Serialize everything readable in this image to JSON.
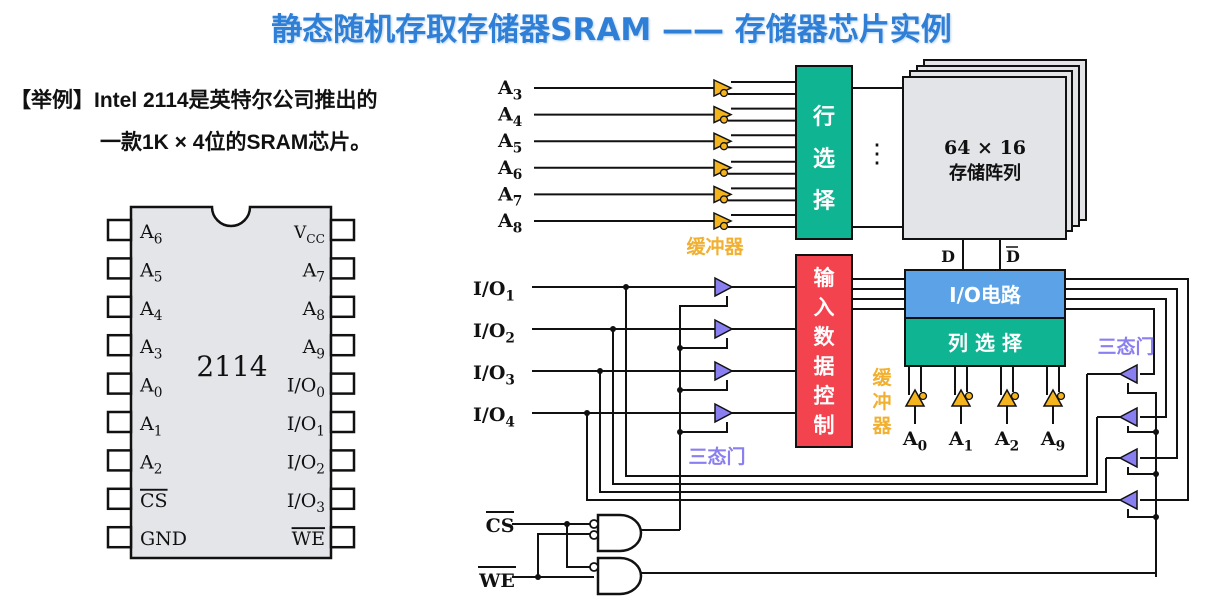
{
  "title": "静态随机存取存储器SRAM —— 存储器芯片实例",
  "intro": {
    "line1": "【举例】Intel 2114是英特尔公司推出的",
    "line2": "一款1K × 4位的SRAM芯片。"
  },
  "chip": {
    "name": "2114",
    "left_pins": [
      {
        "base": "A",
        "sub": "6",
        "overline": false
      },
      {
        "base": "A",
        "sub": "5",
        "overline": false
      },
      {
        "base": "A",
        "sub": "4",
        "overline": false
      },
      {
        "base": "A",
        "sub": "3",
        "overline": false
      },
      {
        "base": "A",
        "sub": "0",
        "overline": false
      },
      {
        "base": "A",
        "sub": "1",
        "overline": false
      },
      {
        "base": "A",
        "sub": "2",
        "overline": false
      },
      {
        "base": "CS",
        "sub": "",
        "overline": true
      },
      {
        "base": "GND",
        "sub": "",
        "overline": false
      }
    ],
    "right_pins": [
      {
        "base": "V",
        "sub": "CC",
        "overline": false
      },
      {
        "base": "A",
        "sub": "7",
        "overline": false
      },
      {
        "base": "A",
        "sub": "8",
        "overline": false
      },
      {
        "base": "A",
        "sub": "9",
        "overline": false
      },
      {
        "base": "I/O",
        "sub": "0",
        "overline": false
      },
      {
        "base": "I/O",
        "sub": "1",
        "overline": false
      },
      {
        "base": "I/O",
        "sub": "2",
        "overline": false
      },
      {
        "base": "I/O",
        "sub": "3",
        "overline": false
      },
      {
        "base": "WE",
        "sub": "",
        "overline": true
      }
    ]
  },
  "diagram": {
    "row_address_inputs": [
      {
        "base": "A",
        "sub": "3"
      },
      {
        "base": "A",
        "sub": "4"
      },
      {
        "base": "A",
        "sub": "5"
      },
      {
        "base": "A",
        "sub": "6"
      },
      {
        "base": "A",
        "sub": "7"
      },
      {
        "base": "A",
        "sub": "8"
      }
    ],
    "row_buffer_label": "缓冲器",
    "row_select_chars": [
      "行",
      "选",
      "择"
    ],
    "ellipsis": "⋮",
    "array_size": "64 × 16",
    "array_label": "存储阵列",
    "d_label": "D",
    "d_bar_label": "D",
    "io_circuit_label": "I/O电路",
    "col_select_label": "列 选 择",
    "input_control_chars": [
      "输",
      "入",
      "数",
      "据",
      "控",
      "制"
    ],
    "col_buffer_chars": [
      "缓",
      "冲",
      "器"
    ],
    "col_address_inputs": [
      {
        "base": "A",
        "sub": "0"
      },
      {
        "base": "A",
        "sub": "1"
      },
      {
        "base": "A",
        "sub": "2"
      },
      {
        "base": "A",
        "sub": "9"
      }
    ],
    "io_inputs": [
      {
        "base": "I/O",
        "sub": "1"
      },
      {
        "base": "I/O",
        "sub": "2"
      },
      {
        "base": "I/O",
        "sub": "3"
      },
      {
        "base": "I/O",
        "sub": "4"
      }
    ],
    "tristate_label_left": "三态门",
    "tristate_label_right": "三态门",
    "cs_label": "CS",
    "we_label": "WE",
    "colors": {
      "title_blue": "#2f7fd6",
      "row_select_green": "#0fb493",
      "input_control_red": "#f2434f",
      "io_circuit_blue": "#5ba3e6",
      "buffer_yellow": "#f4b41e",
      "tristate_purple": "#8a7ff0",
      "array_gray": "#e3e4e8",
      "chip_gray": "#e4e5e9",
      "label_orange": "#f2b030"
    }
  }
}
